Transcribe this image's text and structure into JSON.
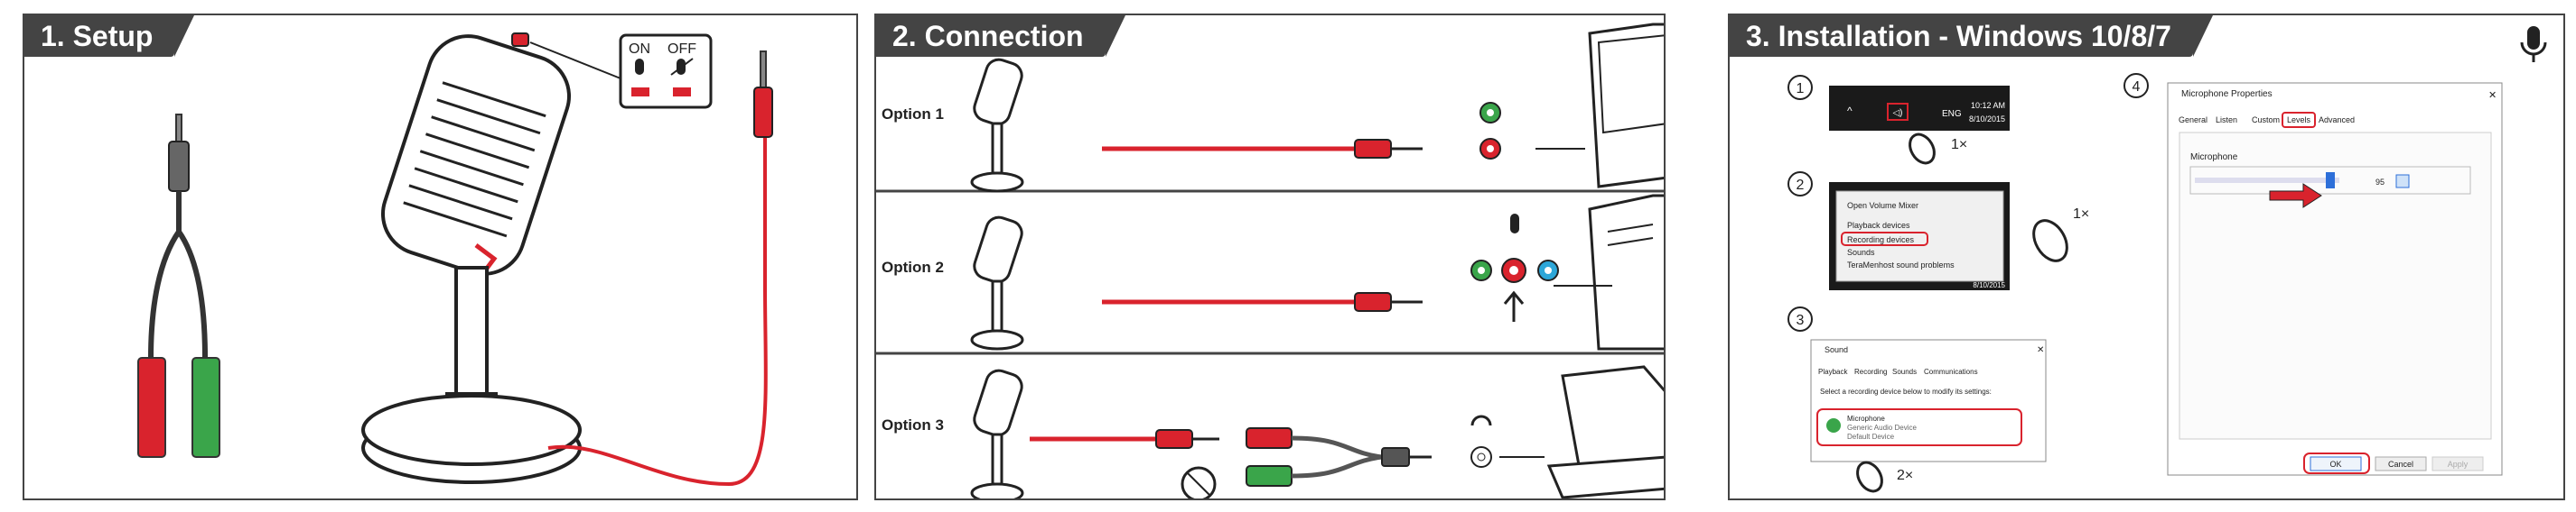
{
  "panel1": {
    "title": "1. Setup",
    "switch": {
      "on_label": "ON",
      "off_label": "OFF"
    }
  },
  "panel2": {
    "title": "2. Connection",
    "options": [
      {
        "label": "Option 1"
      },
      {
        "label": "Option 2"
      },
      {
        "label": "Option 3"
      }
    ]
  },
  "panel3": {
    "title": "3. Installation - Windows 10/8/7",
    "steps": [
      {
        "number": "1",
        "click_count": "1×"
      },
      {
        "number": "2",
        "click_count": "1×"
      },
      {
        "number": "3",
        "click_count": "2×"
      },
      {
        "number": "4"
      }
    ],
    "taskbar": {
      "lang": "ENG",
      "time": "10:12 AM",
      "date": "8/10/2015"
    },
    "context_menu": {
      "items": [
        "Open Volume Mixer",
        "Playback devices",
        "Recording devices",
        "Sounds",
        "TeraMenhost sound problems"
      ],
      "date": "8/10/2015"
    },
    "sound_dialog": {
      "title": "Sound",
      "tabs": [
        "Playback",
        "Recording",
        "Sounds",
        "Communications"
      ],
      "instruction": "Select a recording device below to modify its settings:",
      "device_name": "Microphone",
      "device_desc": "Generic Audio Device",
      "device_status": "Default Device"
    },
    "mic_properties": {
      "title": "Microphone Properties",
      "tabs": [
        "General",
        "Listen",
        "Custom",
        "Levels",
        "Advanced"
      ],
      "group_label": "Microphone",
      "level_value": "95",
      "ok_label": "OK",
      "cancel_label": "Cancel",
      "apply_label": "Apply",
      "close_glyph": "✕"
    }
  },
  "colors": {
    "dark": "#444444",
    "red": "#d9232d",
    "green": "#3aa54a",
    "blue": "#2da7d9"
  }
}
